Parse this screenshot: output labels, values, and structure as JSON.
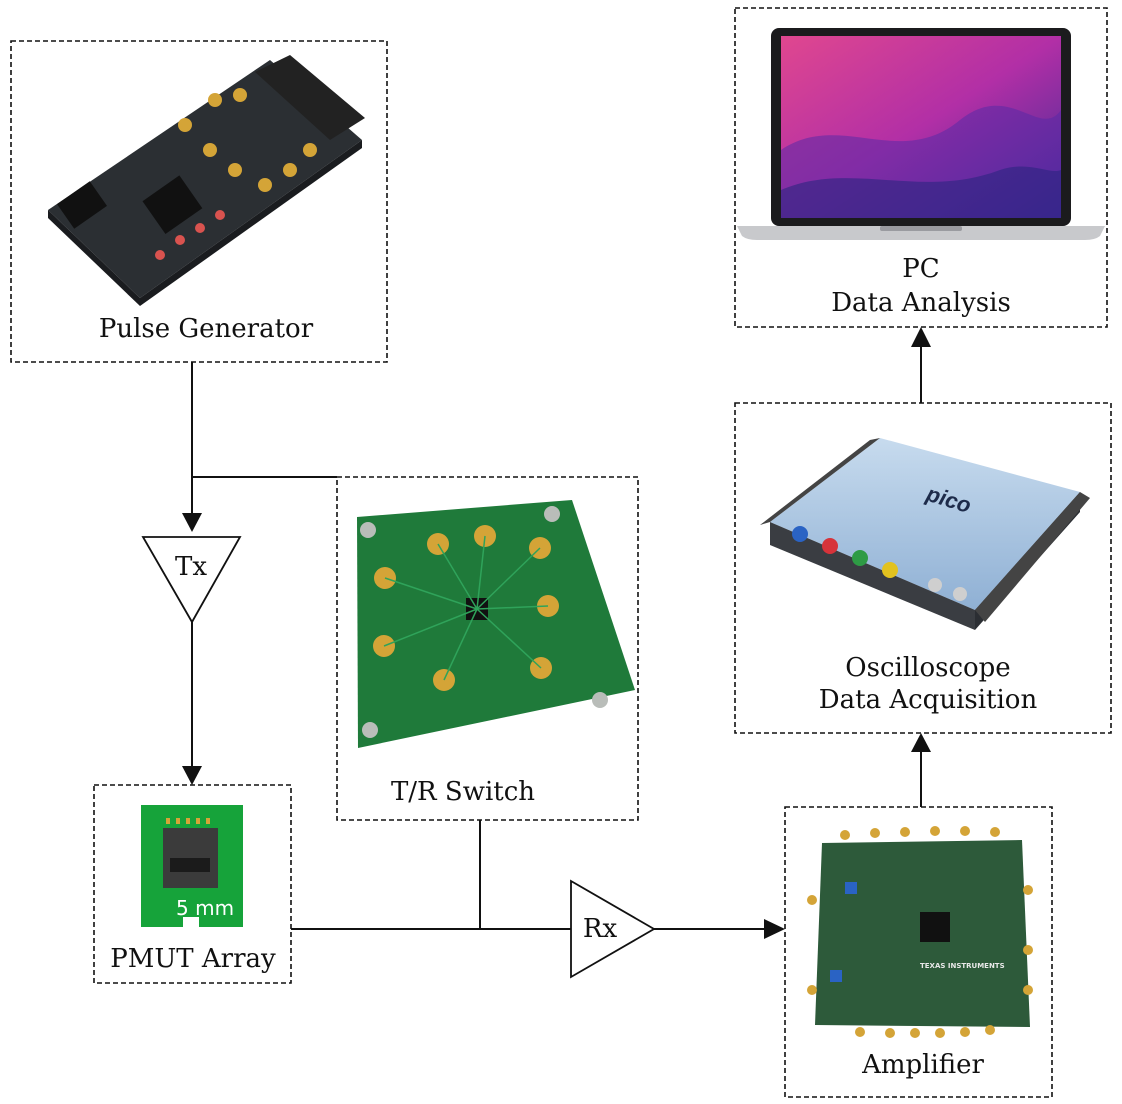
{
  "blocks": {
    "pulse_generator": {
      "label": "Pulse Generator"
    },
    "tr_switch": {
      "label": "T/R Switch"
    },
    "pmut_array": {
      "label": "PMUT Array",
      "scale_label": "5 mm"
    },
    "amplifier": {
      "label": "Amplifier",
      "chip_text": "TEXAS INSTRUMENTS"
    },
    "oscilloscope": {
      "label_line1": "Oscilloscope",
      "label_line2": "Data Acquisition",
      "brand_text": "pico"
    },
    "pc": {
      "label_line1": "PC",
      "label_line2": "Data Analysis"
    }
  },
  "amps": {
    "tx": {
      "label": "Tx"
    },
    "rx": {
      "label": "Rx"
    }
  },
  "colors": {
    "line": "#111111",
    "pcb_green": "#1f7a3a",
    "pcb_dark": "#2b2f33",
    "gold": "#d4a437",
    "screen_magenta": "#c0369e",
    "screen_purple": "#4a2a9a",
    "scope_body": "#a9c4e0"
  }
}
